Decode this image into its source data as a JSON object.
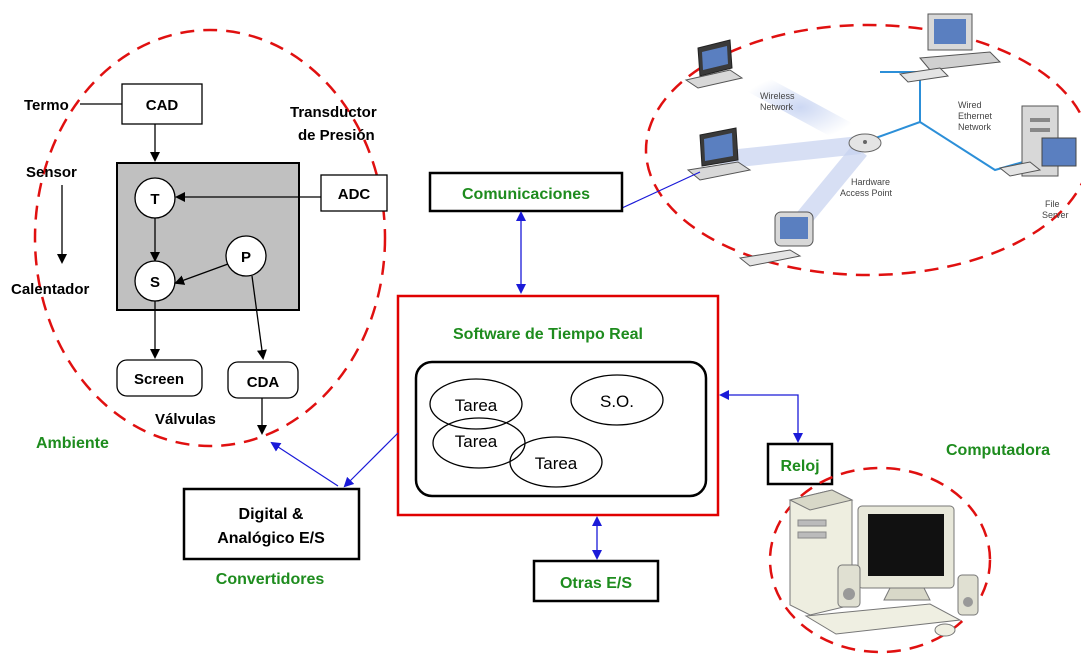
{
  "colors": {
    "ambient_green": "#1e8c1e",
    "link_blue": "#1a1ad8",
    "dashed_red": "#e01010",
    "rt_red": "#e00000",
    "gray_fill": "#c0c0c0",
    "network_blue": "#2c8fd8"
  },
  "ambiente": {
    "label": "Ambiente",
    "termo": "Termo",
    "cad": "CAD",
    "transductor_line1": "Transductor",
    "transductor_line2": "de Presión",
    "adc": "ADC",
    "sensor": "Sensor",
    "calentador": "Calentador",
    "node_t": "T",
    "node_s": "S",
    "node_p": "P",
    "screen": "Screen",
    "cda": "CDA",
    "valvulas": "Válvulas"
  },
  "comunicaciones": {
    "label": "Comunicaciones"
  },
  "network": {
    "wireless_line1": "Wireless",
    "wireless_line2": "Network",
    "wired_line1": "Wired",
    "wired_line2": "Ethernet",
    "wired_line3": "Network",
    "hw_line1": "Hardware",
    "hw_line2": "Access Point",
    "file_line1": "File",
    "file_line2": "Server"
  },
  "software": {
    "title": "Software de Tiempo Real",
    "tarea_1": "Tarea",
    "tarea_2": "Tarea",
    "tarea_3": "Tarea",
    "so": "S.O."
  },
  "convertidores": {
    "line1": "Digital &",
    "line2": "Analógico E/S",
    "label": "Convertidores"
  },
  "otras": {
    "label": "Otras E/S"
  },
  "reloj": {
    "label": "Reloj"
  },
  "computadora": {
    "label": "Computadora"
  }
}
